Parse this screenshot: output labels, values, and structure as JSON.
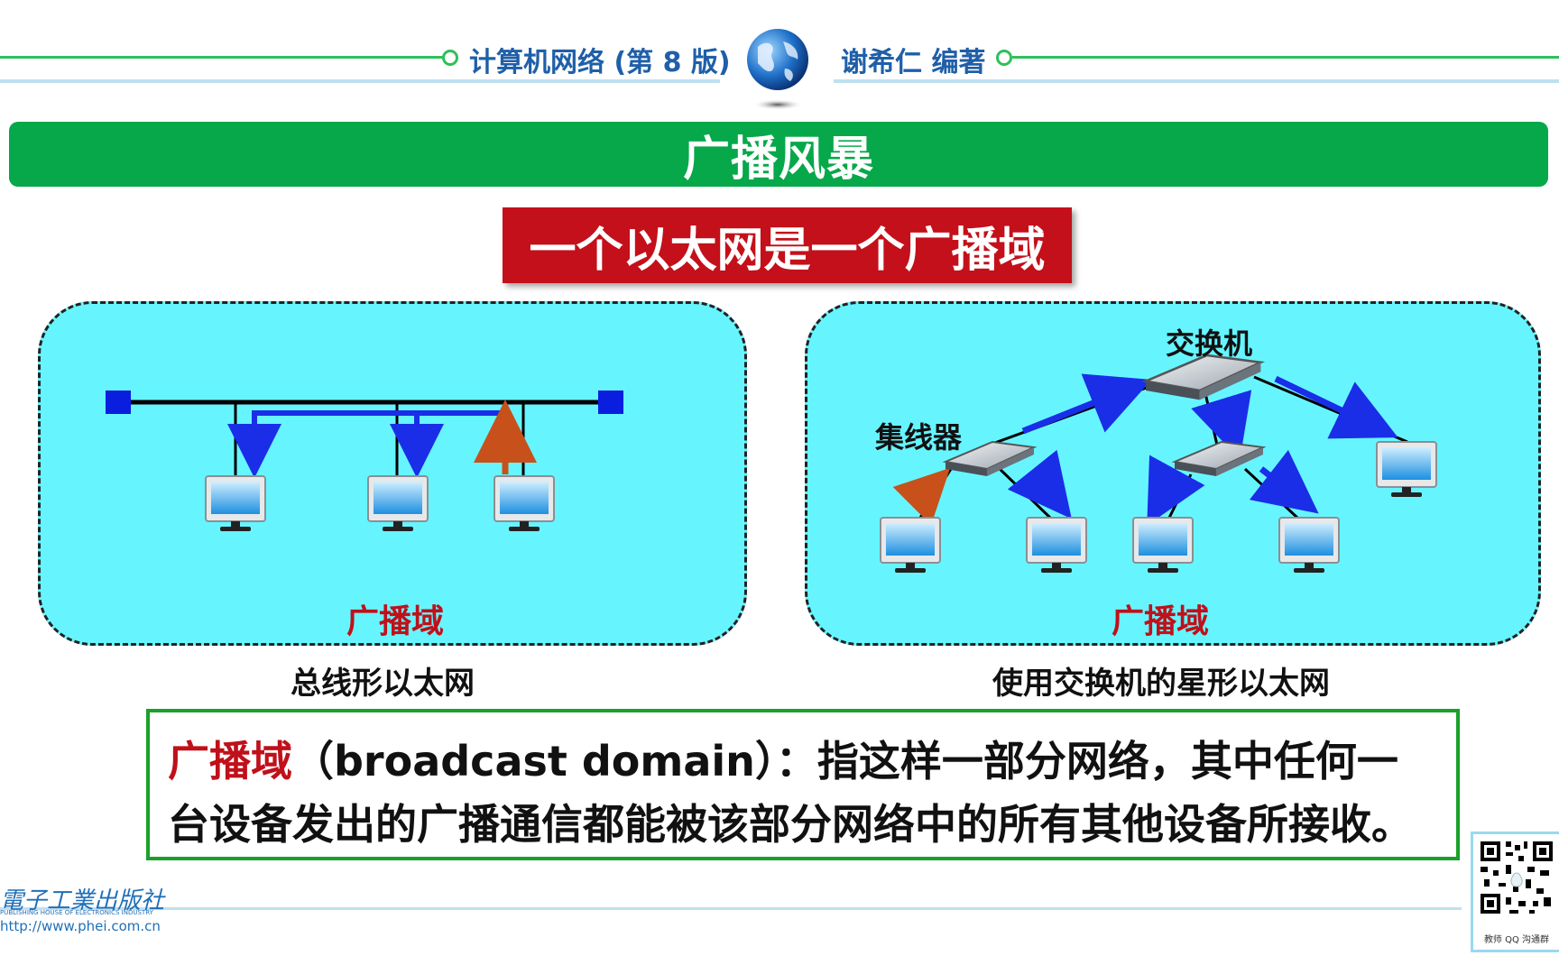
{
  "header": {
    "book_title": "计算机网络 (第 8 版)",
    "author": "谢希仁 编著"
  },
  "title": "广播风暴",
  "highlight": "一个以太网是一个广播域",
  "left_panel": {
    "domain_label": "广播域",
    "caption": "总线形以太网"
  },
  "right_panel": {
    "switch_label": "交换机",
    "hub_label": "集线器",
    "domain_label": "广播域",
    "caption": "使用交换机的星形以太网"
  },
  "definition": {
    "term": "广播域",
    "line1_rest": "（broadcast domain）：指这样一部分网络，其中任何一",
    "line2": "台设备发出的广播通信都能被该部分网络中的所有其他设备所接收。"
  },
  "publisher": {
    "name": "電子工業出版社",
    "name_en": "PUBLISHING HOUSE OF ELECTRONICS INDUSTRY",
    "url": "http://www.phei.com.cn"
  },
  "qr": {
    "caption": "教师 QQ 沟通群"
  },
  "colors": {
    "green": "#06a84a",
    "red": "#c4101a",
    "panel": "#66f5ff",
    "arrow_blue": "#1a2ee8",
    "arrow_orange": "#c8501a"
  }
}
